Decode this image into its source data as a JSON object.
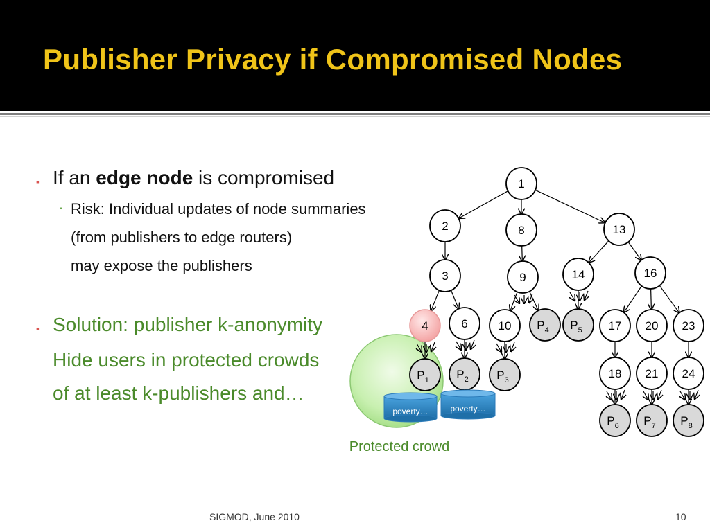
{
  "slide": {
    "title": "Publisher Privacy if Compromised Nodes",
    "footer_venue": "SIGMOD, June 2010",
    "page_number": "10"
  },
  "bullets": {
    "b1_pre": "If an ",
    "b1_bold": "edge node",
    "b1_post": " is compromised",
    "sub1": "Risk: Individual updates of node summaries",
    "sub1_cont1": "(from publishers to edge routers)",
    "sub1_cont2": "may expose the publishers",
    "b2": "Solution: publisher k-anonymity",
    "b2_cont1": "Hide users in protected crowds",
    "b2_cont2": "of at least k-publishers and…"
  },
  "diagram": {
    "protected_label": "Protected crowd",
    "db_labels": [
      "poverty…",
      "poverty…"
    ],
    "nodes": [
      {
        "id": "n1",
        "label": "1"
      },
      {
        "id": "n2",
        "label": "2"
      },
      {
        "id": "n8",
        "label": "8"
      },
      {
        "id": "n13",
        "label": "13"
      },
      {
        "id": "n3",
        "label": "3"
      },
      {
        "id": "n9",
        "label": "9"
      },
      {
        "id": "n14",
        "label": "14"
      },
      {
        "id": "n16",
        "label": "16"
      },
      {
        "id": "n4",
        "label": "4",
        "compromised": true
      },
      {
        "id": "n6",
        "label": "6"
      },
      {
        "id": "n10",
        "label": "10"
      },
      {
        "id": "p4",
        "label": "P",
        "sub": "4",
        "publisher": true
      },
      {
        "id": "p5",
        "label": "P",
        "sub": "5",
        "publisher": true
      },
      {
        "id": "n17",
        "label": "17"
      },
      {
        "id": "n20",
        "label": "20"
      },
      {
        "id": "n23",
        "label": "23"
      },
      {
        "id": "p1",
        "label": "P",
        "sub": "1",
        "publisher": true
      },
      {
        "id": "p2",
        "label": "P",
        "sub": "2",
        "publisher": true
      },
      {
        "id": "p3",
        "label": "P",
        "sub": "3",
        "publisher": true
      },
      {
        "id": "n18",
        "label": "18"
      },
      {
        "id": "n21",
        "label": "21"
      },
      {
        "id": "n24",
        "label": "24"
      },
      {
        "id": "p6",
        "label": "P",
        "sub": "6",
        "publisher": true
      },
      {
        "id": "p7",
        "label": "P",
        "sub": "7",
        "publisher": true
      },
      {
        "id": "p8",
        "label": "P",
        "sub": "8",
        "publisher": true
      }
    ],
    "edges": [
      [
        "n1",
        "n2"
      ],
      [
        "n1",
        "n8"
      ],
      [
        "n1",
        "n13"
      ],
      [
        "n2",
        "n3"
      ],
      [
        "n8",
        "n9"
      ],
      [
        "n13",
        "n14"
      ],
      [
        "n13",
        "n16"
      ],
      [
        "n3",
        "n4"
      ],
      [
        "n3",
        "n6"
      ],
      [
        "n9",
        "n10"
      ],
      [
        "n9",
        "p4"
      ],
      [
        "n14",
        "p5"
      ],
      [
        "n16",
        "n17"
      ],
      [
        "n16",
        "n20"
      ],
      [
        "n16",
        "n23"
      ],
      [
        "n4",
        "p1"
      ],
      [
        "n6",
        "p2"
      ],
      [
        "n10",
        "p3"
      ],
      [
        "n17",
        "n18"
      ],
      [
        "n20",
        "n21"
      ],
      [
        "n23",
        "n24"
      ],
      [
        "n18",
        "p6"
      ],
      [
        "n21",
        "p7"
      ],
      [
        "n24",
        "p8"
      ]
    ],
    "colors": {
      "compromised_fill": "#f4b6b6",
      "publisher_fill": "#d9d9d9",
      "crowd_fill": "#c8f0b0",
      "db_fill": "#2e86c1"
    }
  }
}
